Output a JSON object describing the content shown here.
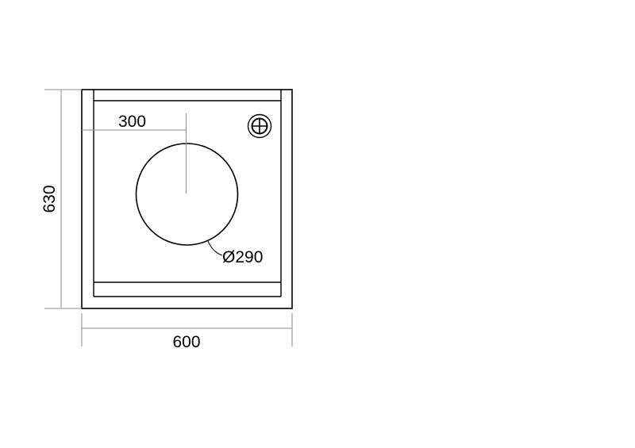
{
  "drawing": {
    "dimensions": {
      "width": "600",
      "height": "630",
      "center_offset": "300",
      "hole_diameter": "Ø290"
    },
    "colors": {
      "stroke": "#000000",
      "extension_line": "#8c8c8c",
      "background": "#ffffff"
    },
    "icons": {
      "valve": "crosshair-circle-icon"
    }
  }
}
